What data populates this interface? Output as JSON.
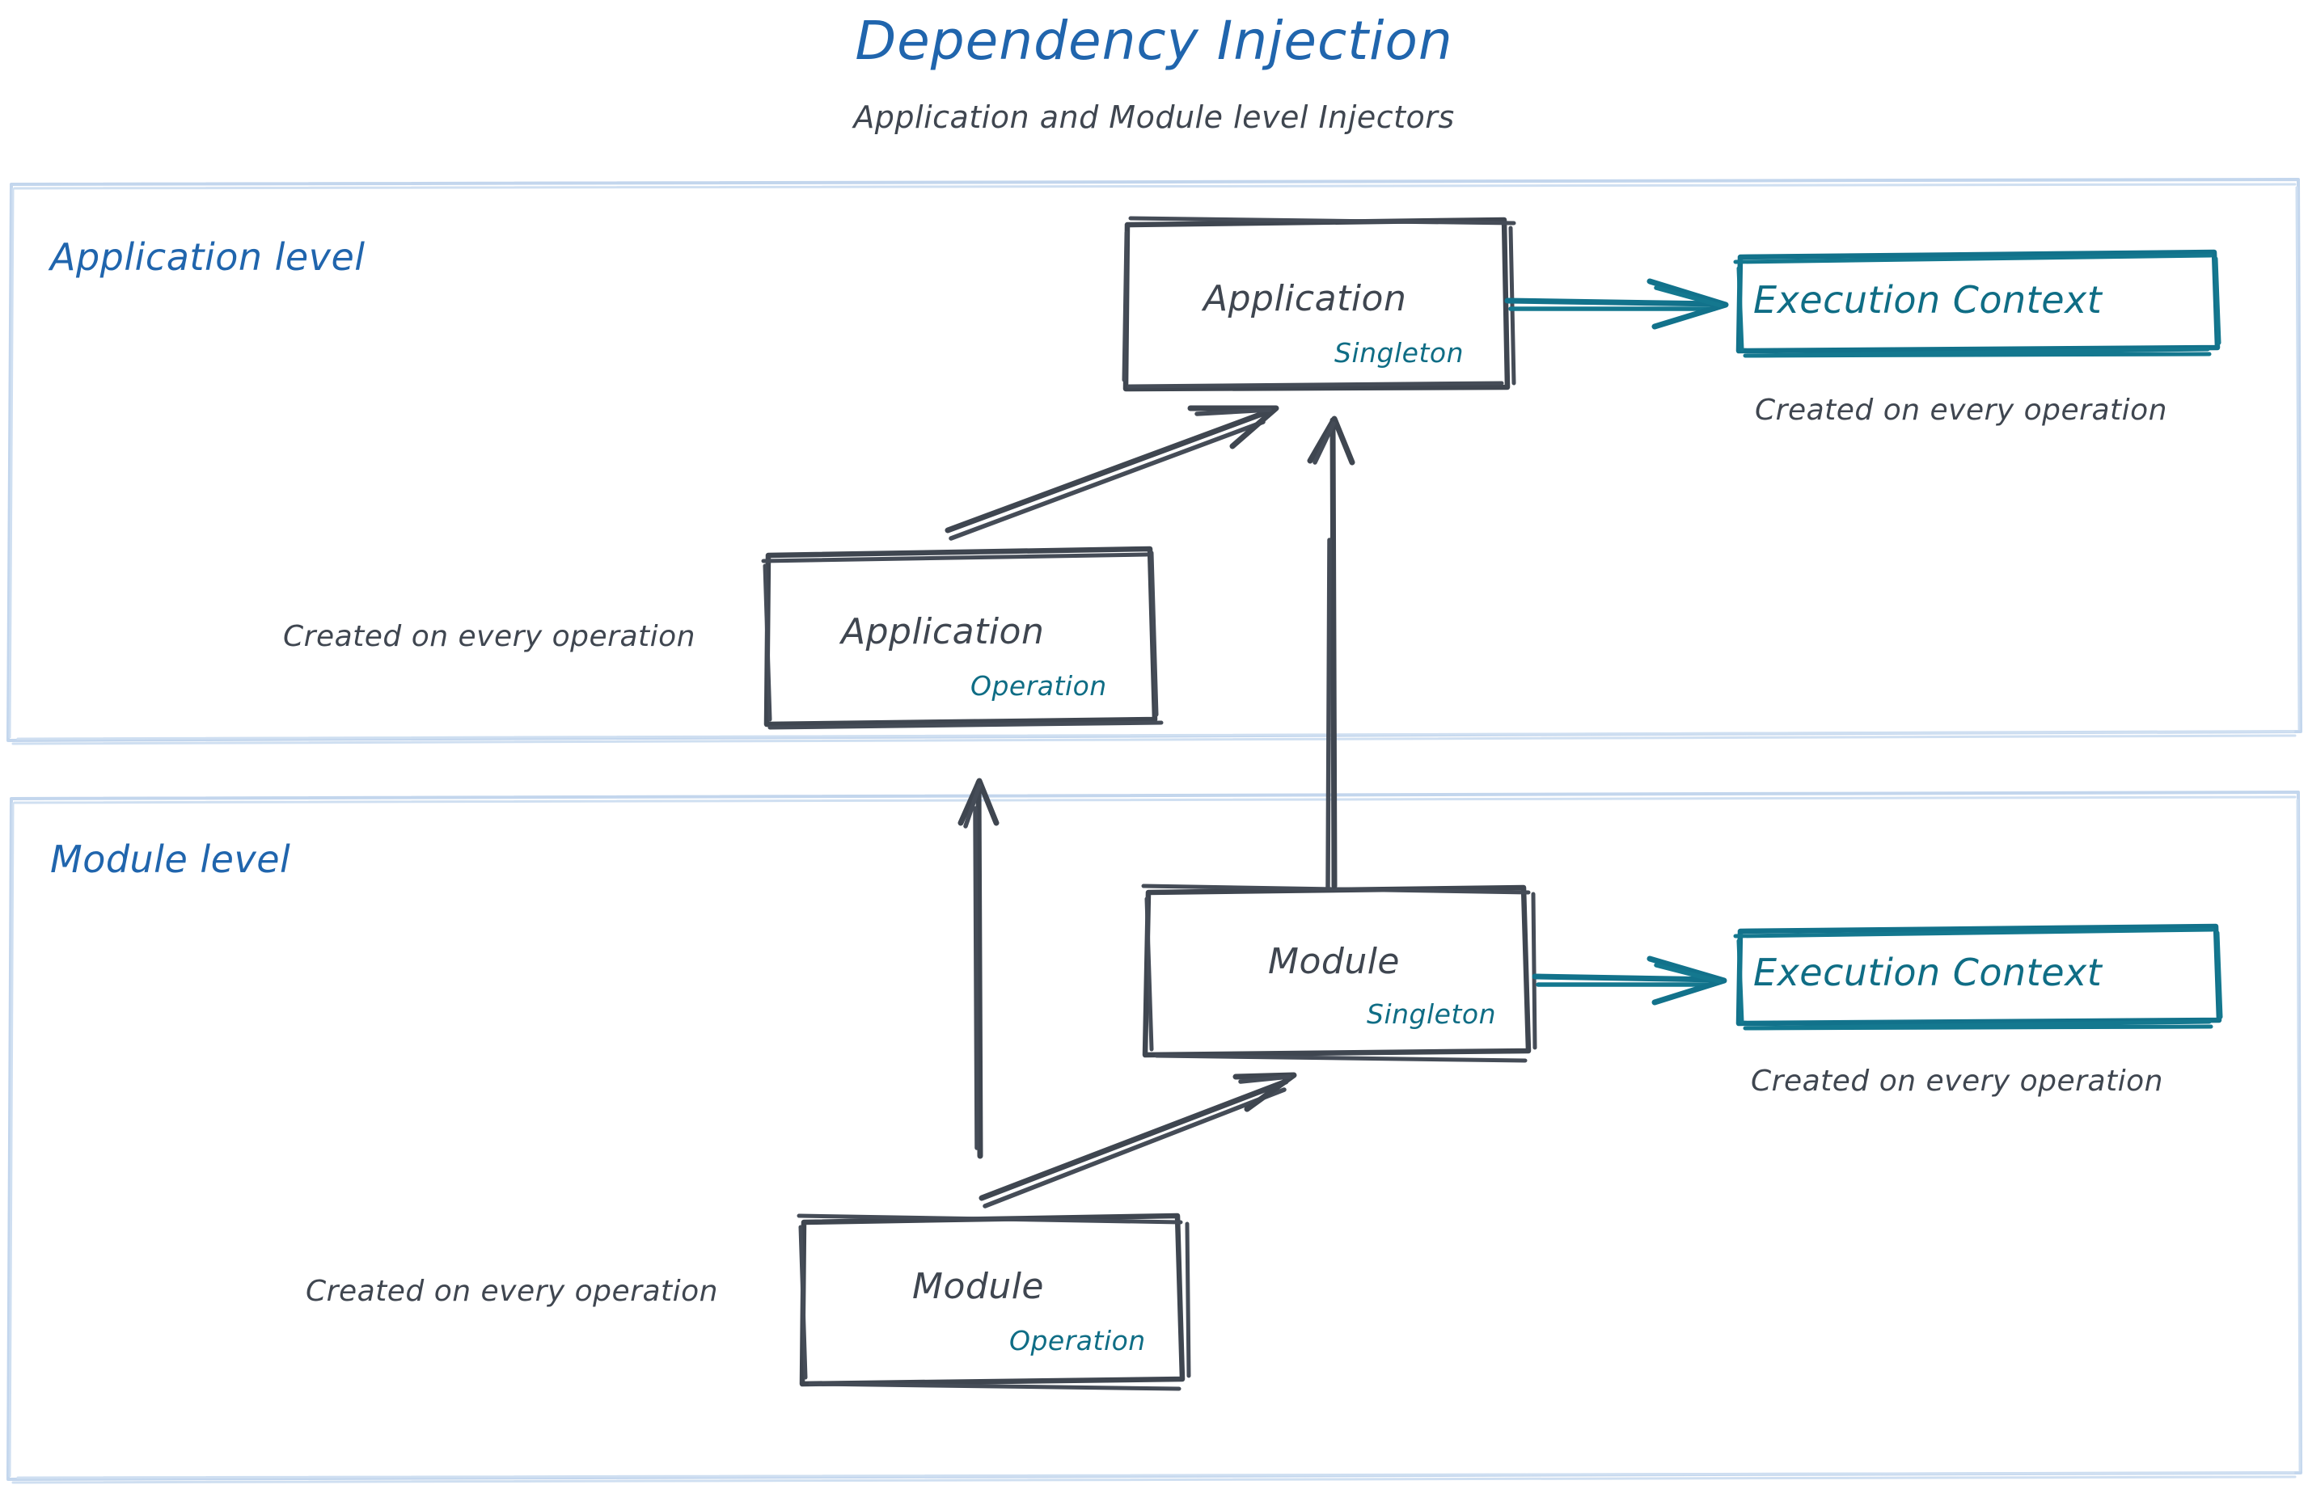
{
  "header": {
    "title": "Dependency Injection",
    "subtitle": "Application and Module level Injectors"
  },
  "colors": {
    "blue": "#2065ad",
    "teal": "#0f6d85",
    "slate": "#3f4650",
    "panel_border": "#c3d6ed",
    "background": "#ffffff"
  },
  "panels": [
    {
      "id": "application-level",
      "title": "Application level",
      "boxes": [
        {
          "id": "application-singleton",
          "main": "Application",
          "scope": "Singleton",
          "style": "slate"
        },
        {
          "id": "application-operation",
          "main": "Application",
          "scope": "Operation",
          "style": "slate",
          "caption": "Created on every operation"
        },
        {
          "id": "execution-context-application",
          "main": "Execution Context",
          "style": "teal",
          "caption": "Created on every operation"
        }
      ]
    },
    {
      "id": "module-level",
      "title": "Module level",
      "boxes": [
        {
          "id": "module-singleton",
          "main": "Module",
          "scope": "Singleton",
          "style": "slate"
        },
        {
          "id": "module-operation",
          "main": "Module",
          "scope": "Operation",
          "style": "slate",
          "caption": "Created on every operation"
        },
        {
          "id": "execution-context-module",
          "main": "Execution Context",
          "style": "teal",
          "caption": "Created on every operation"
        }
      ]
    }
  ],
  "labels": {
    "app_singleton_main": "Application",
    "app_singleton_scope": "Singleton",
    "app_operation_main": "Application",
    "app_operation_scope": "Operation",
    "mod_singleton_main": "Module",
    "mod_singleton_scope": "Singleton",
    "mod_operation_main": "Module",
    "mod_operation_scope": "Operation",
    "exec_context_app": "Execution Context",
    "exec_context_mod": "Execution Context",
    "caption_exec_app": "Created on every operation",
    "caption_exec_mod": "Created on every operation",
    "caption_app_operation": "Created on every operation",
    "caption_mod_operation": "Created on every operation",
    "panel_application": "Application level",
    "panel_module": "Module level"
  },
  "arrows": [
    {
      "id": "app-singleton-to-exec-context",
      "from": "application-singleton",
      "to": "execution-context-application",
      "direction": "right",
      "color": "teal"
    },
    {
      "id": "app-operation-to-app-singleton",
      "from": "application-operation",
      "to": "application-singleton",
      "direction": "up-right",
      "color": "slate"
    },
    {
      "id": "module-singleton-to-app-singleton",
      "from": "module-singleton",
      "to": "application-singleton",
      "direction": "up",
      "color": "slate"
    },
    {
      "id": "module-operation-to-app-operation",
      "from": "module-operation",
      "to": "application-operation",
      "direction": "up",
      "color": "slate"
    },
    {
      "id": "module-operation-to-module-singleton",
      "from": "module-operation",
      "to": "module-singleton",
      "direction": "up-right",
      "color": "slate"
    },
    {
      "id": "module-singleton-to-exec-context",
      "from": "module-singleton",
      "to": "execution-context-module",
      "direction": "right",
      "color": "teal"
    }
  ]
}
